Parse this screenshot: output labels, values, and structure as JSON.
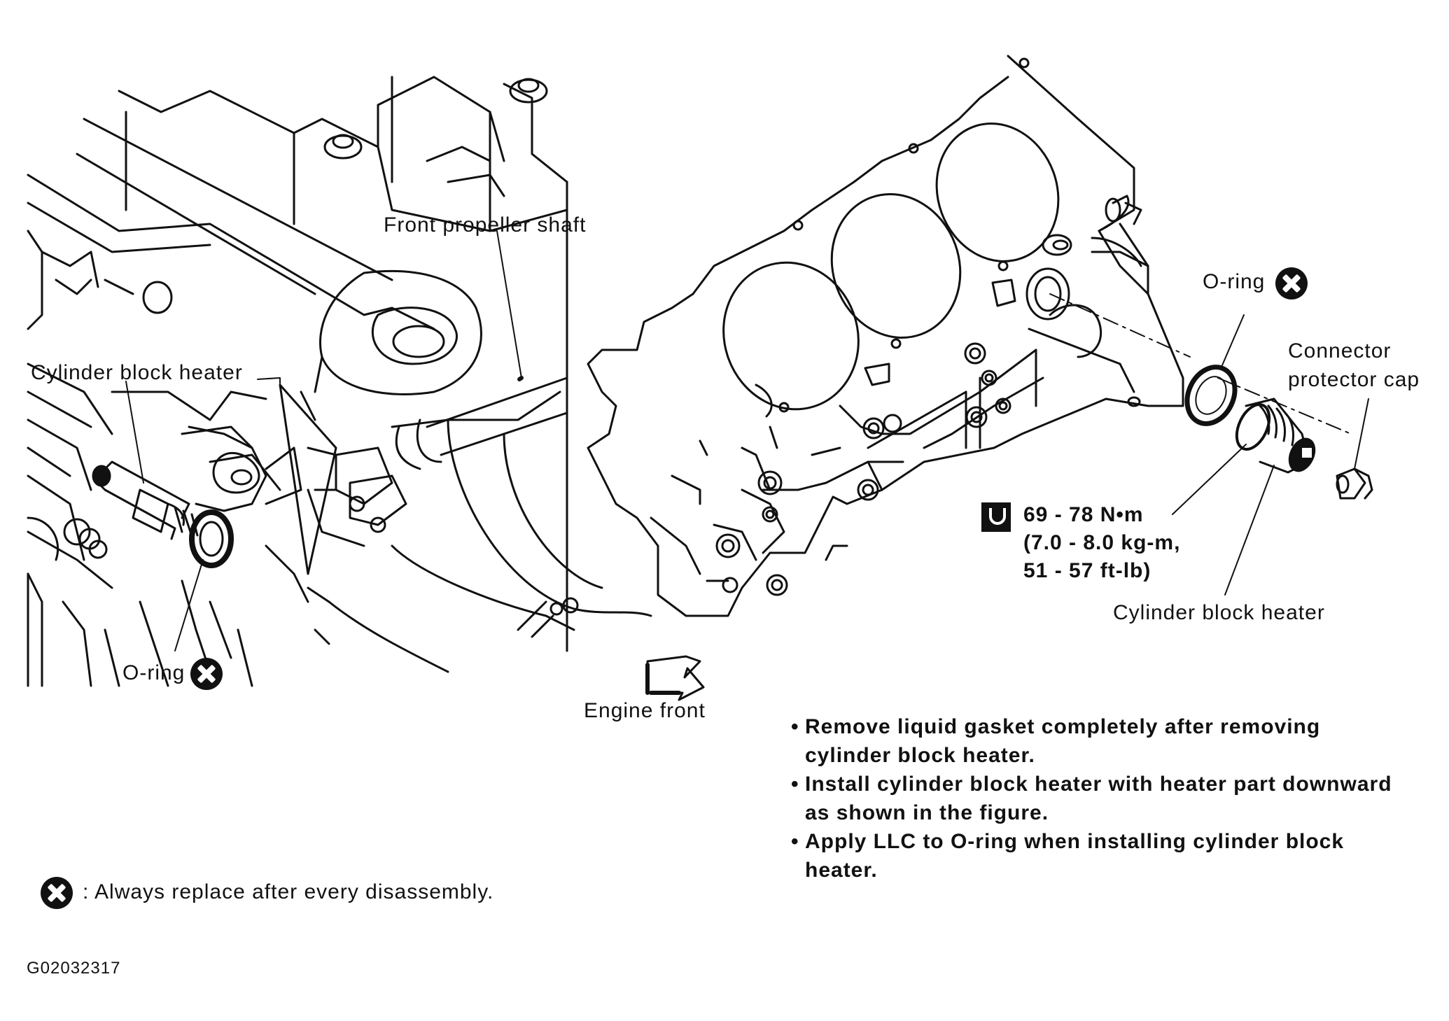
{
  "labels": {
    "front_propeller_shaft": "Front propeller shaft",
    "cylinder_block_heater_left": "Cylinder block heater",
    "o_ring_left": "O-ring",
    "o_ring_right": "O-ring",
    "connector_protector_cap_line1": "Connector",
    "connector_protector_cap_line2": "protector cap",
    "cylinder_block_heater_right": "Cylinder block heater",
    "engine_front": "Engine front"
  },
  "torque": {
    "line1": "69 - 78 N•m",
    "line2": "(7.0 - 8.0 kg-m,",
    "line3": "51 - 57 ft-lb)"
  },
  "notes": [
    "Remove liquid gasket completely after removing cylinder block heater.",
    "Install cylinder block heater with heater part downward as shown in the figure.",
    "Apply LLC to O-ring when installing cylinder block heater."
  ],
  "legend": {
    "text": ": Always replace after every disassembly."
  },
  "figure_id": "G02032317",
  "icons": [
    "replace-mark-icon",
    "torque-wrench-icon",
    "engine-front-arrow-icon"
  ]
}
